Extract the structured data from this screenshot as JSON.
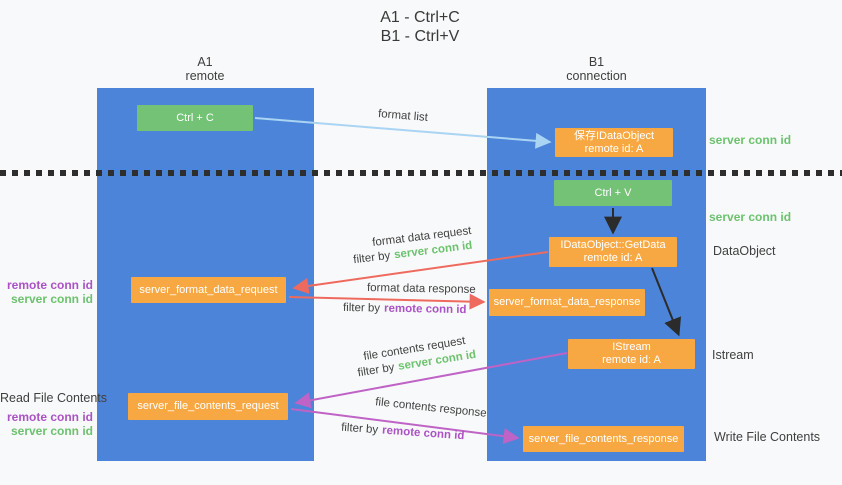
{
  "title": {
    "line1": "A1 - Ctrl+C",
    "line2": "B1 - Ctrl+V"
  },
  "colors": {
    "column_blue": "#4c84d9",
    "box_green": "#74c276",
    "box_orange": "#f8a843",
    "arrow_blue": "#a9d4f3",
    "arrow_red": "#ef6a5e",
    "arrow_magenta": "#bf63c6",
    "arrow_black": "#2b2b2b",
    "dotted_line": "#2e2e2e",
    "label_green": "#6cc26e",
    "label_purple": "#ab53c4"
  },
  "columns": {
    "a": {
      "line1": "A1",
      "line2": "remote"
    },
    "b": {
      "line1": "B1",
      "line2": "connection"
    }
  },
  "nodes": {
    "ctrl_c": "Ctrl + C",
    "save_idataobject": {
      "line1": "保存IDataObject",
      "line2": "remote id: A"
    },
    "ctrl_v": "Ctrl + V",
    "getdata": {
      "line1": "IDataObject::GetData",
      "line2": "remote id: A"
    },
    "server_format_data_request": "server_format_data_request",
    "server_format_data_response": "server_format_data_response",
    "istream": {
      "line1": "IStream",
      "line2": "remote id: A"
    },
    "server_file_contents_request": "server_file_contents_request",
    "server_file_contents_response": "server_file_contents_response"
  },
  "edge_labels": {
    "format_list": "format list",
    "format_data_request": "format data request",
    "format_data_request_filter": {
      "prefix": "filter by",
      "key": "server conn id"
    },
    "format_data_response": "format data response",
    "format_data_response_filter": {
      "prefix": "filter by",
      "key": "remote conn id"
    },
    "file_contents_request": "file contents request",
    "file_contents_request_filter": {
      "prefix": "filter by",
      "key": "server conn id"
    },
    "file_contents_response": "file contents response",
    "file_contents_response_filter": {
      "prefix": "filter by",
      "key": "remote conn id"
    }
  },
  "side_labels": {
    "server_conn_id_top": "server conn id",
    "server_conn_id_mid": "server conn id",
    "dataobject": "DataObject",
    "istream": "Istream",
    "write_file_contents": "Write File Contents",
    "read_file_contents": "Read File Contents",
    "left_format_remote": "remote conn id",
    "left_format_server": "server conn id",
    "left_file_remote": "remote conn id",
    "left_file_server": "server conn id"
  }
}
